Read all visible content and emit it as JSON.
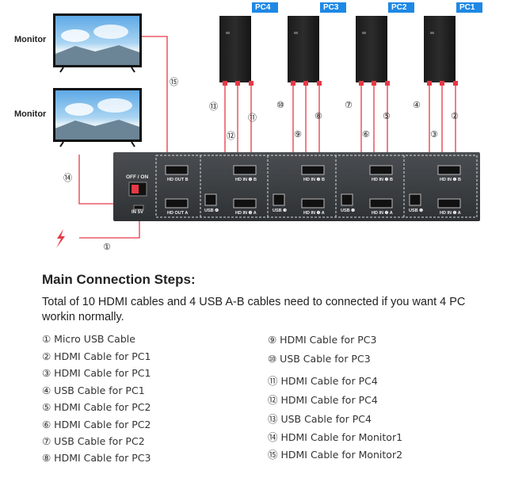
{
  "monitors": [
    {
      "label": "Monitor"
    },
    {
      "label": "Monitor"
    }
  ],
  "pcs": [
    {
      "label": "PC4"
    },
    {
      "label": "PC3"
    },
    {
      "label": "PC2"
    },
    {
      "label": "PC1"
    }
  ],
  "switch": {
    "power_label": "OFF / ON",
    "power_in_label": "IN 5V",
    "ports_top": [
      "HD OUT B",
      "HD IN ❹ B",
      "HD IN ❸ B",
      "HD IN ❷ B",
      "HD IN ❶ B"
    ],
    "ports_bottom": [
      "HD OUT A",
      "USB ❹",
      "HD IN ❹ A",
      "USB ❸",
      "HD IN ❸ A",
      "USB ❷",
      "HD IN ❷ A",
      "USB ❶",
      "HD IN ❶ A"
    ]
  },
  "markers": [
    "①",
    "②",
    "③",
    "④",
    "⑤",
    "⑥",
    "⑦",
    "⑧",
    "⑨",
    "⑩",
    "⑪",
    "⑫",
    "⑬",
    "⑭",
    "⑮"
  ],
  "colors": {
    "cable": "#e63946",
    "pc_tag": "#1e88e5",
    "device": "#3a3d40",
    "power": "#e63946"
  },
  "steps": {
    "title": "Main Connection Steps:",
    "intro": "Total of 10 HDMI cables and 4 USB A-B cables need to connected if you want 4 PC workin normally.",
    "items": [
      "① Micro USB Cable",
      "② HDMI Cable for PC1",
      "③ HDMI Cable for PC1",
      "④ USB Cable for PC1",
      "⑤ HDMI Cable for PC2",
      "⑥ HDMI Cable for PC2",
      "⑦ USB Cable for PC2",
      "⑧ HDMI Cable for PC3",
      "⑨ HDMI Cable for PC3",
      "⑩ USB Cable for PC3",
      "⑪ HDMI Cable for PC4",
      "⑫ HDMI Cable for PC4",
      "⑬ USB Cable for PC4",
      "⑭ HDMI Cable for  Monitor1",
      "⑮ HDMI Cable for  Monitor2"
    ]
  }
}
